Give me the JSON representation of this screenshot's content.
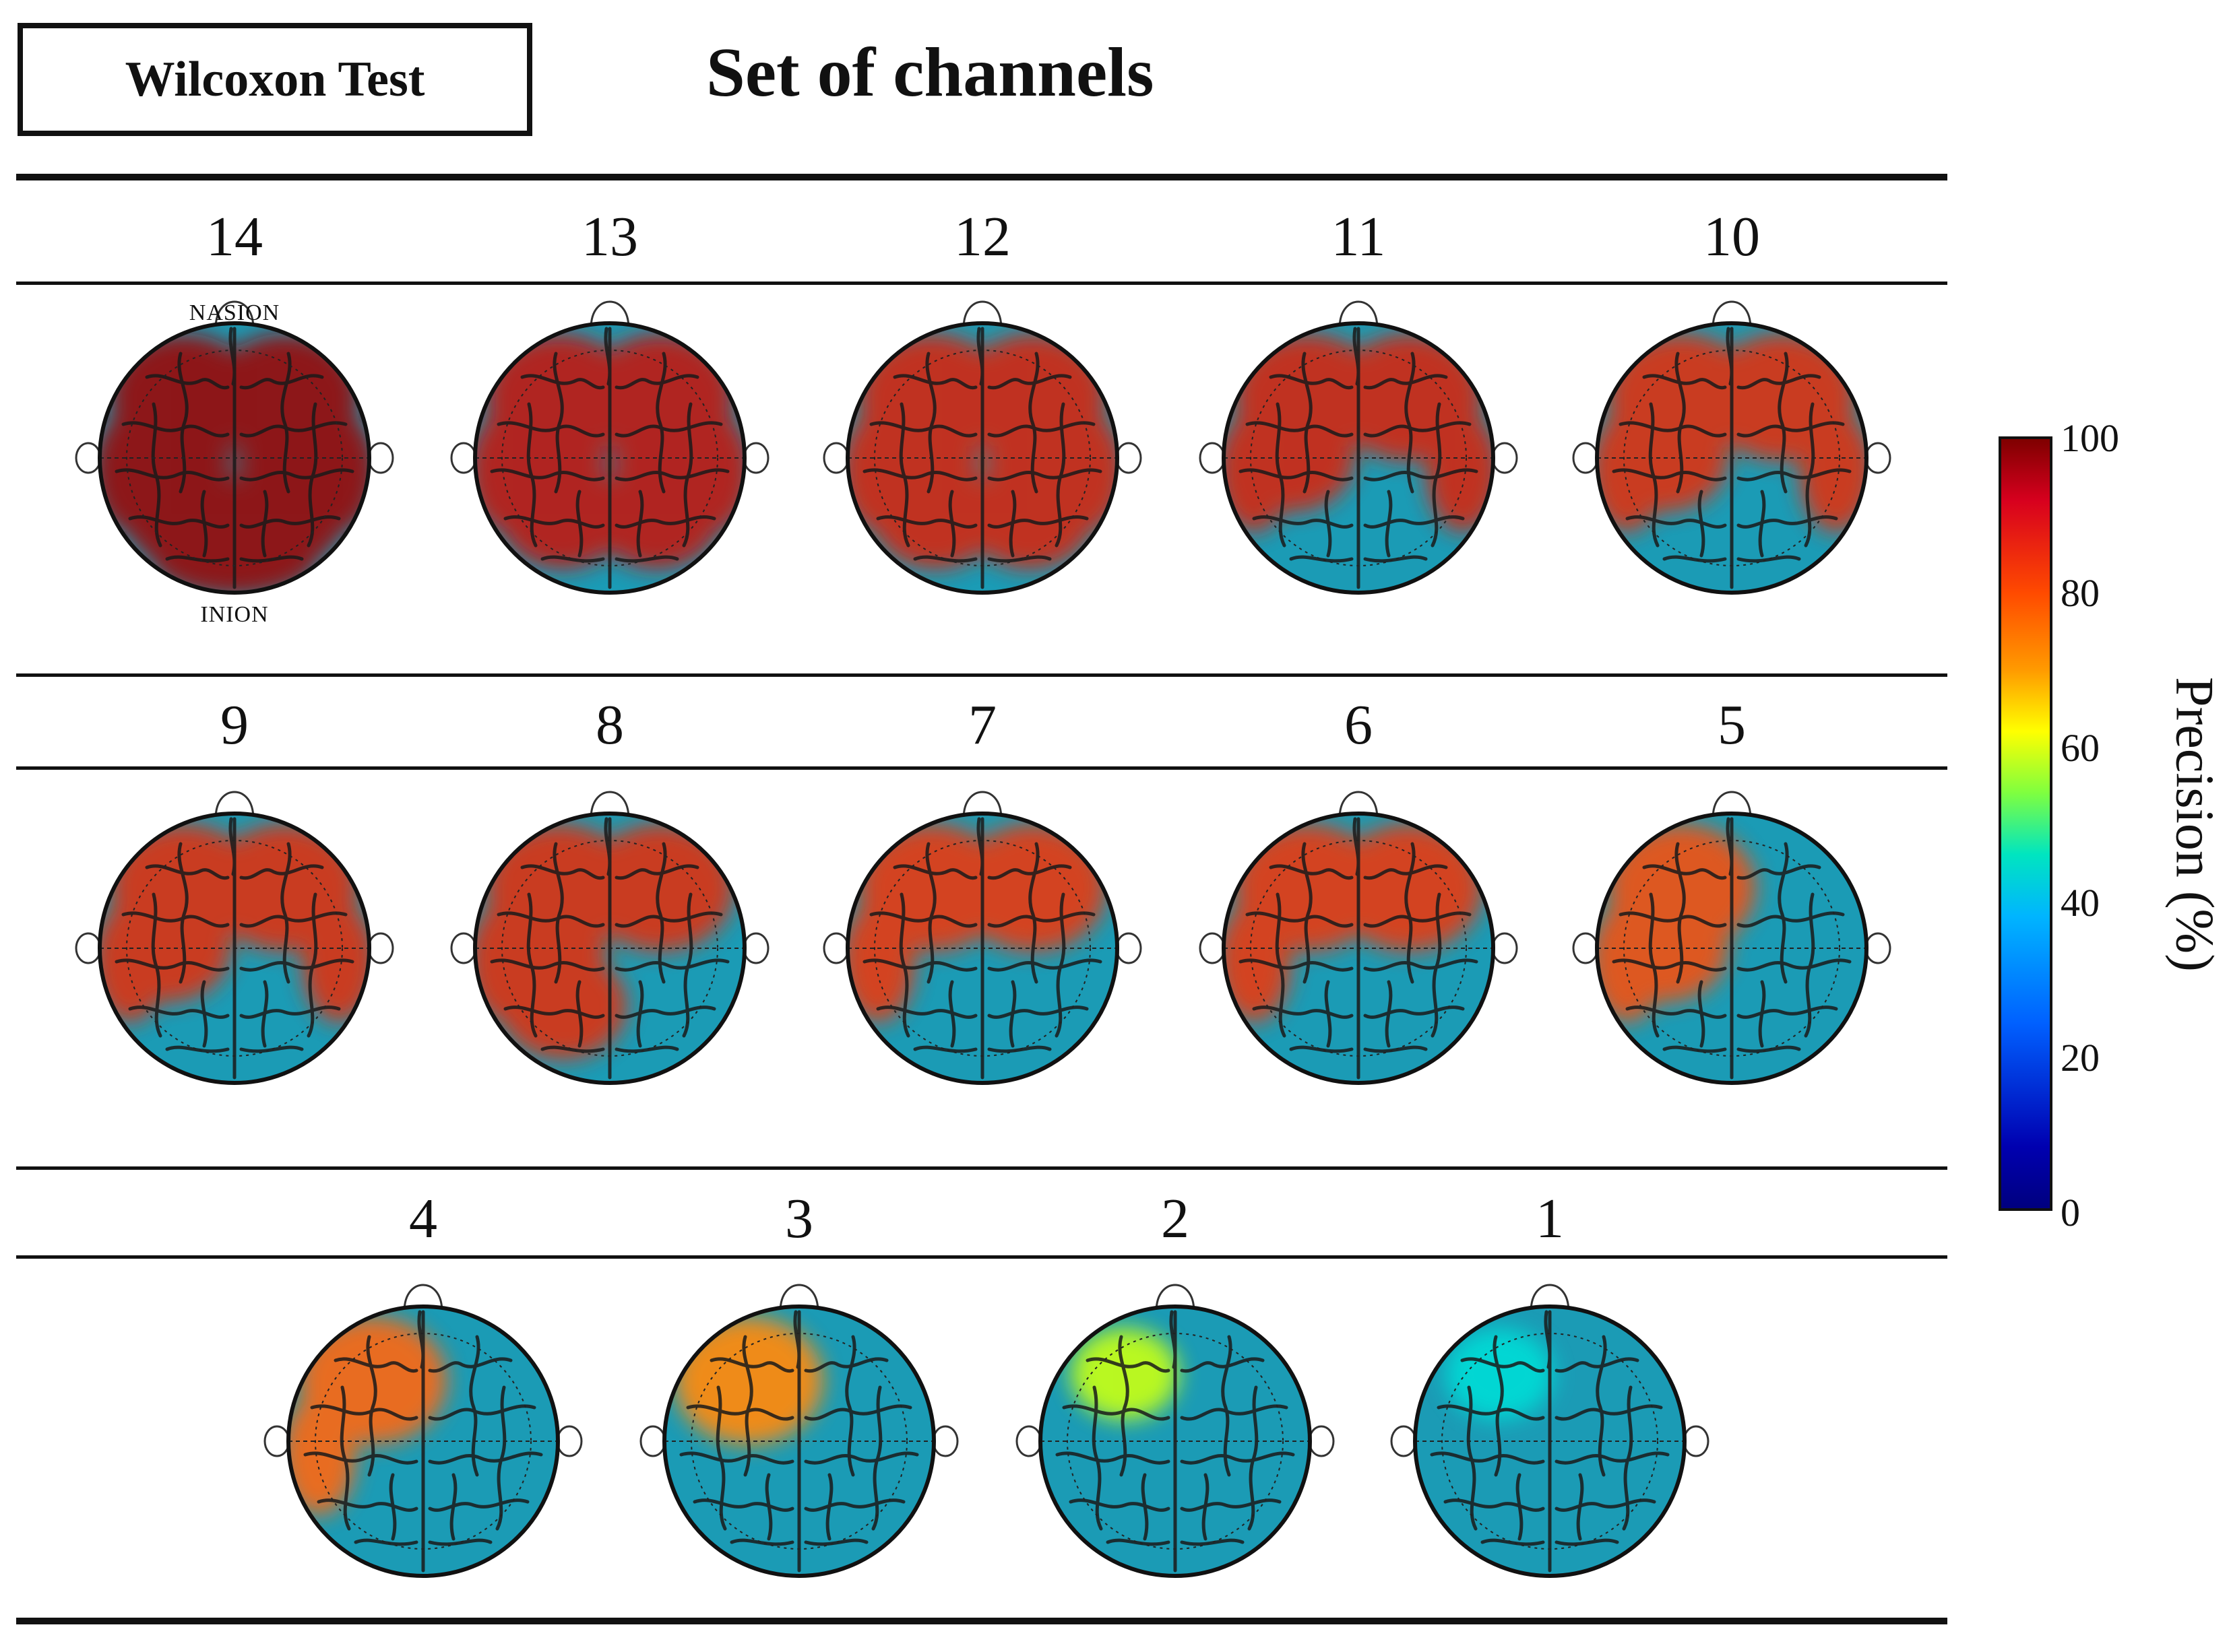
{
  "header": {
    "test_label": "Wilcoxon Test",
    "title": "Set of channels"
  },
  "landmarks": {
    "nasion": "NASION",
    "inion": "INION"
  },
  "maps": [
    {
      "label": "14",
      "row": 0,
      "col": 0,
      "regions": [
        "frontal-left",
        "frontal-right",
        "central-left",
        "central-right",
        "parietal-left",
        "parietal-right",
        "occipital",
        "temporal-left",
        "temporal-right"
      ],
      "precision": 100
    },
    {
      "label": "13",
      "row": 0,
      "col": 1,
      "regions": [
        "frontal-left",
        "frontal-right",
        "central-left",
        "central-right",
        "parietal-left",
        "parietal-right",
        "temporal-left",
        "temporal-right"
      ],
      "precision": 95
    },
    {
      "label": "12",
      "row": 0,
      "col": 2,
      "regions": [
        "frontal-left",
        "frontal-right",
        "central-left",
        "central-right",
        "parietal-left",
        "parietal-right",
        "temporal-left",
        "temporal-right"
      ],
      "precision": 92
    },
    {
      "label": "11",
      "row": 0,
      "col": 3,
      "regions": [
        "frontal-left",
        "frontal-right",
        "central-left",
        "temporal-left",
        "temporal-right"
      ],
      "precision": 92
    },
    {
      "label": "10",
      "row": 0,
      "col": 4,
      "regions": [
        "frontal-left",
        "frontal-right",
        "central-left",
        "temporal-left",
        "temporal-right"
      ],
      "precision": 90
    },
    {
      "label": "9",
      "row": 1,
      "col": 0,
      "regions": [
        "frontal-left",
        "frontal-right",
        "central-left",
        "temporal-left",
        "temporal-right"
      ],
      "precision": 90
    },
    {
      "label": "8",
      "row": 1,
      "col": 1,
      "regions": [
        "frontal-left",
        "frontal-right",
        "central-left",
        "parietal-left",
        "temporal-left"
      ],
      "precision": 90
    },
    {
      "label": "7",
      "row": 1,
      "col": 2,
      "regions": [
        "frontal-left",
        "frontal-right",
        "temporal-left"
      ],
      "precision": 88
    },
    {
      "label": "6",
      "row": 1,
      "col": 3,
      "regions": [
        "frontal-left",
        "frontal-right",
        "temporal-left"
      ],
      "precision": 88
    },
    {
      "label": "5",
      "row": 1,
      "col": 4,
      "regions": [
        "frontal-left",
        "central-left",
        "temporal-left"
      ],
      "precision": 85
    },
    {
      "label": "4",
      "row": 2,
      "col": 0,
      "regions": [
        "frontal-left",
        "temporal-left"
      ],
      "precision": 82
    },
    {
      "label": "3",
      "row": 2,
      "col": 1,
      "regions": [
        "frontal-left"
      ],
      "precision": 78
    },
    {
      "label": "2",
      "row": 2,
      "col": 2,
      "regions": [
        "frontal-left-small"
      ],
      "precision": 62
    },
    {
      "label": "1",
      "row": 2,
      "col": 3,
      "regions": [
        "frontal-left-small"
      ],
      "precision": 45
    }
  ],
  "colorbar": {
    "label": "Precision (%)",
    "ticks": [
      "100",
      "80",
      "60",
      "40",
      "20",
      "0"
    ],
    "min": 0,
    "max": 100
  },
  "colors": {
    "scalp": "#1b9bb5",
    "high": "#b81f12",
    "outline": "#1a1a1a"
  }
}
